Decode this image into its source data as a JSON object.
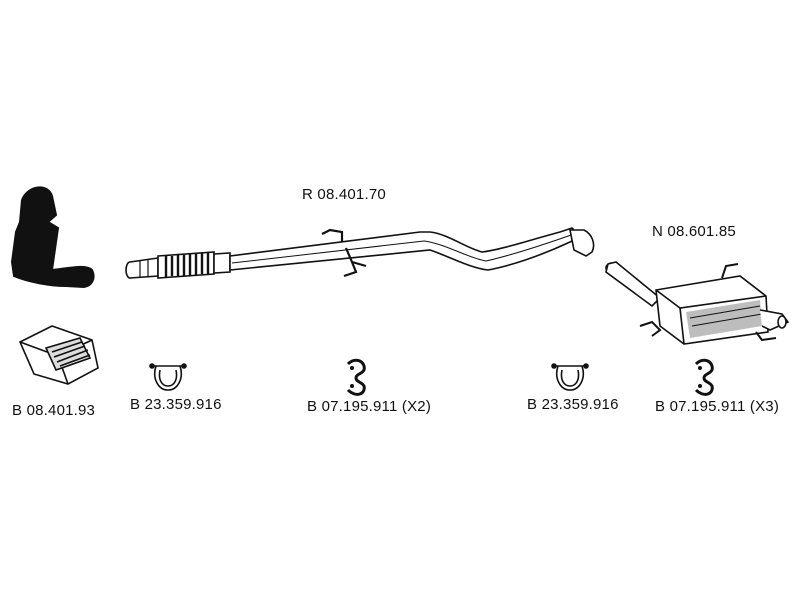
{
  "parts": {
    "center_pipe": {
      "code": "R 08.401.70"
    },
    "rear_silencer": {
      "code": "N 08.601.85"
    },
    "mounting_kit": {
      "code": "B 08.401.93"
    },
    "clamp_left": {
      "code": "B 23.359.916"
    },
    "hanger_ring_center": {
      "code": "B 07.195.911 (X2)"
    },
    "clamp_right": {
      "code": "B 23.359.916"
    },
    "hanger_ring_right": {
      "code": "B 07.195.911 (X3)"
    }
  },
  "colors": {
    "line": "#111111",
    "fill_dark": "#111111",
    "fill_light": "#ffffff",
    "shade": "#bdbdbd"
  }
}
